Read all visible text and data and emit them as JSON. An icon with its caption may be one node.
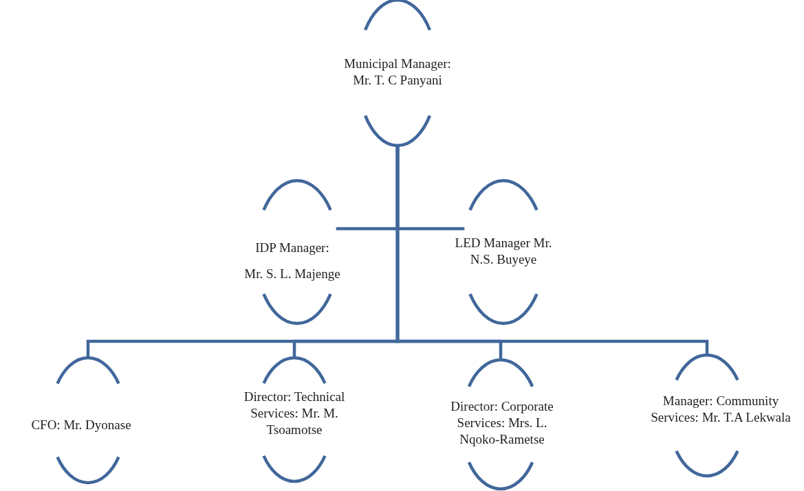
{
  "diagram": {
    "nodes": [
      {
        "text": [
          "Municipal Manager: Mr. T. C Panyani"
        ]
      },
      {
        "text": [
          "IDP Manager:",
          "Mr. S. L. Majenge"
        ]
      },
      {
        "text": [
          "LED Manager Mr. N.S. Buyeye"
        ]
      },
      {
        "text": [
          "CFO: Mr. Dyonase"
        ]
      },
      {
        "text": [
          "Director: Technical Services: Mr. M. Tsoamotse"
        ]
      },
      {
        "text": [
          "Director: Corporate Services: Mrs. L. Nqoko-Rametse"
        ]
      },
      {
        "text": [
          "Manager: Community Services: Mr. T.A Lekwala"
        ]
      }
    ],
    "edges": [
      {
        "from": 0,
        "to": 1,
        "arrow": "none"
      },
      {
        "from": 0,
        "to": 2,
        "arrow": "none"
      },
      {
        "from": 0,
        "to": 3,
        "arrow": "none"
      },
      {
        "from": 0,
        "to": 4,
        "arrow": "none"
      },
      {
        "from": 0,
        "to": 5,
        "arrow": "none"
      },
      {
        "from": 0,
        "to": 6,
        "arrow": "none"
      }
    ]
  }
}
